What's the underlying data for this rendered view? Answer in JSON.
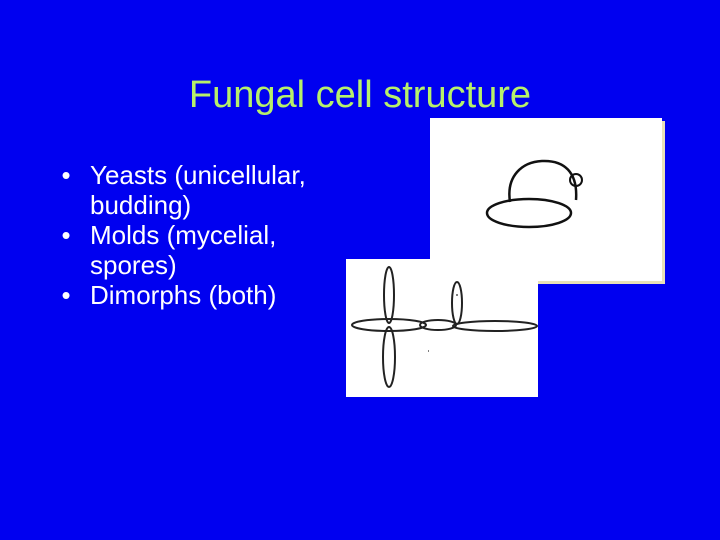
{
  "slide": {
    "title": "Fungal cell structure",
    "bullets": [
      {
        "marker": "•",
        "text": "Yeasts (unicellular, budding)"
      },
      {
        "marker": "•",
        "text": "Molds (mycelial, spores)"
      },
      {
        "marker": "•",
        "text": "Dimorphs (both)"
      }
    ]
  },
  "colors": {
    "background": "#0000f0",
    "title": "#b7f06a",
    "body_text": "#ffffff"
  }
}
